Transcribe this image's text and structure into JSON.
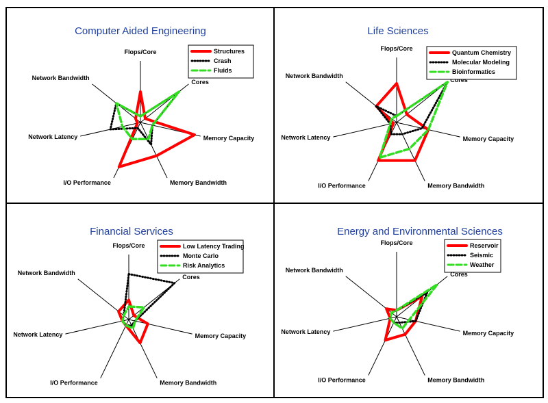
{
  "chart_data": [
    {
      "type": "radar",
      "title": "Computer Aided Engineering",
      "axes": [
        "Flops/Core",
        "Cores",
        "Memory Capacity",
        "Memory Bandwidth",
        "I/O Performance",
        "Network Latency",
        "Network Bandwidth"
      ],
      "range": [
        0,
        10
      ],
      "series": [
        {
          "name": "Structures",
          "color": "#ff0000",
          "style": "solid",
          "values": [
            5,
            1,
            9,
            6,
            8,
            0.5,
            1
          ]
        },
        {
          "name": "Crash",
          "color": "#000000",
          "style": "dotted",
          "values": [
            1,
            8,
            2,
            4,
            1,
            5,
            5
          ]
        },
        {
          "name": "Fluids",
          "color": "#33dd22",
          "style": "dashed",
          "values": [
            1,
            8,
            2,
            3,
            3,
            3,
            5
          ]
        }
      ]
    },
    {
      "type": "radar",
      "title": "Life Sciences",
      "axes": [
        "Flops/Core",
        "Cores",
        "Memory Capacity",
        "Memory Bandwidth",
        "I/O Performance",
        "Network Latency",
        "Network Bandwidth"
      ],
      "range": [
        0,
        10
      ],
      "series": [
        {
          "name": "Quantum Chemistry",
          "color": "#ff0000",
          "style": "solid",
          "values": [
            6,
            2,
            5,
            6.5,
            6.5,
            0.5,
            4
          ]
        },
        {
          "name": "Molecular Modeling",
          "color": "#000000",
          "style": "dotted",
          "values": [
            1,
            10,
            4,
            2,
            2,
            1,
            4
          ]
        },
        {
          "name": "Bioinformatics",
          "color": "#33dd22",
          "style": "dashed",
          "values": [
            1,
            10,
            5,
            4.5,
            6,
            1,
            1
          ]
        }
      ]
    },
    {
      "type": "radar",
      "title": "Financial Services",
      "axes": [
        "Flops/Core",
        "Cores",
        "Memory Capacity",
        "Memory Bandwidth",
        "I/O Performance",
        "Network Latency",
        "Network Bandwidth"
      ],
      "range": [
        0,
        10
      ],
      "series": [
        {
          "name": "Low Latency Trading",
          "color": "#ff0000",
          "style": "solid",
          "values": [
            3,
            1,
            3,
            4,
            1,
            1,
            2
          ]
        },
        {
          "name": "Monte Carlo",
          "color": "#000000",
          "style": "dotted",
          "values": [
            7,
            9,
            1,
            1,
            1,
            1,
            1
          ]
        },
        {
          "name": "Risk Analytics",
          "color": "#33dd22",
          "style": "dashed",
          "values": [
            2,
            3,
            1,
            1.5,
            1,
            1,
            1
          ]
        }
      ]
    },
    {
      "type": "radar",
      "title": "Energy and Environmental Sciences",
      "axes": [
        "Flops/Core",
        "Cores",
        "Memory Capacity",
        "Memory Bandwidth",
        "I/O Performance",
        "Network Latency",
        "Network Bandwidth"
      ],
      "range": [
        0,
        10
      ],
      "series": [
        {
          "name": "Reservoir",
          "color": "#ff0000",
          "style": "solid",
          "values": [
            1,
            5,
            3,
            3,
            4,
            1,
            2
          ]
        },
        {
          "name": "Seismic",
          "color": "#000000",
          "style": "dotted",
          "values": [
            1,
            6,
            3,
            1,
            1,
            1,
            1
          ]
        },
        {
          "name": "Weather",
          "color": "#33dd22",
          "style": "dashed",
          "values": [
            1,
            8,
            2,
            2,
            1,
            1,
            1
          ]
        }
      ]
    }
  ]
}
